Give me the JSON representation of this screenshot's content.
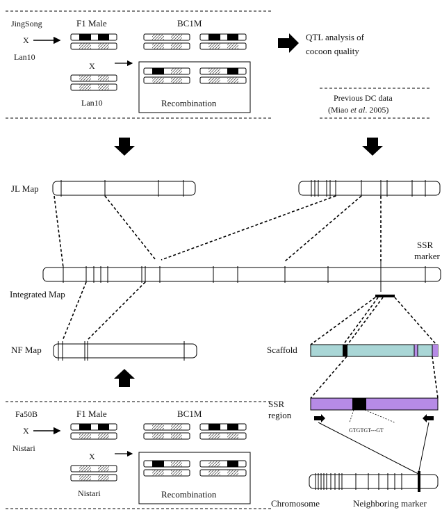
{
  "top_panel": {
    "parent_a": "JingSong",
    "cross_symbol": "X",
    "parent_b": "Lan10",
    "f1_label": "F1 Male",
    "bc_label": "BC1M",
    "backcross_parent": "Lan10",
    "recombination_label": "Recombination"
  },
  "qtl_text": {
    "line1": "QTL analysis of",
    "line2": "cocoon quality"
  },
  "previous_data": {
    "line1": "Previous DC data",
    "line2_prefix": "(Miao ",
    "line2_italic": "et al",
    "line2_suffix": ". 2005)"
  },
  "maps": {
    "jl_label": "JL Map",
    "integrated_label": "Integrated Map",
    "nf_label": "NF Map",
    "ssr_marker_line1": "SSR",
    "ssr_marker_line2": "marker"
  },
  "zoom": {
    "scaffold_label": "Scaffold",
    "ssr_region_line1": "SSR",
    "ssr_region_line2": "region",
    "repeat_seq": "GTGTGT---GT",
    "chromosome_label": "Chromosome",
    "neighboring_label": "Neighboring marker"
  },
  "bottom_panel": {
    "parent_a": "Fa50B",
    "cross_symbol": "X",
    "parent_b": "Nistari",
    "f1_label": "F1 Male",
    "bc_label": "BC1M",
    "backcross_parent": "Nistari",
    "recombination_label": "Recombination"
  },
  "colors": {
    "scaffold_fill": "#a9d6d6",
    "ssr_region_fill": "#b68be6",
    "marker_fill": "#000000"
  }
}
